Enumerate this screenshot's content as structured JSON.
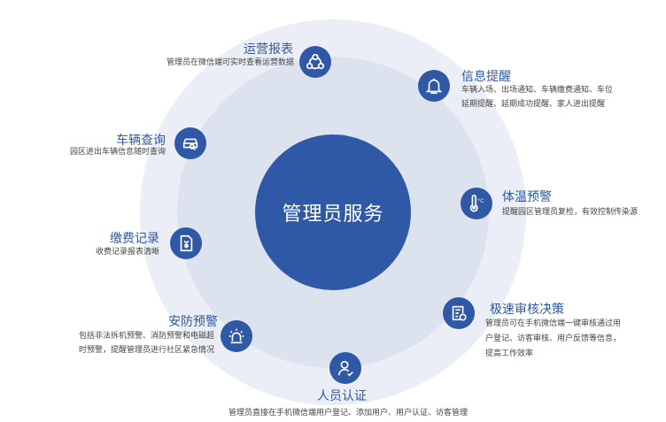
{
  "center": {
    "label": "管理员服务"
  },
  "features": [
    {
      "icon": "share-nodes-icon",
      "title": "运营报表",
      "desc": [
        "管理员在微信端可实时查看运营数据"
      ]
    },
    {
      "icon": "bell-icon",
      "title": "信息提醒",
      "desc": [
        "车辆入场、出场通知、车辆缴费通知、车位",
        "延期提醒、延期成功提醒、家人进出提醒"
      ]
    },
    {
      "icon": "car-search-icon",
      "title": "车辆查询",
      "desc": [
        "园区进出车辆信息随时查询"
      ]
    },
    {
      "icon": "thermometer-icon",
      "title": "体温预警",
      "desc": [
        "提醒园区管理员复检，有效控制传染源"
      ]
    },
    {
      "icon": "yen-document-icon",
      "title": "缴费记录",
      "desc": [
        "收费记录报表清晰"
      ]
    },
    {
      "icon": "review-document-icon",
      "title": "极速审核决策",
      "desc": [
        "管理员可在手机微信端一键审核通过用",
        "户登记、访客审核、用户反馈等信息，",
        "提高工作效率"
      ]
    },
    {
      "icon": "alarm-light-icon",
      "title": "安防预警",
      "desc": [
        "包括非法拆机预警、消防预警和电磁超",
        "时预警，提醒管理员进行社区紧急情况"
      ]
    },
    {
      "icon": "user-check-icon",
      "title": "人员认证",
      "desc": [
        "管理员直接在手机微信端用户登记、添加用户、用户认证、访客管理"
      ]
    }
  ]
}
